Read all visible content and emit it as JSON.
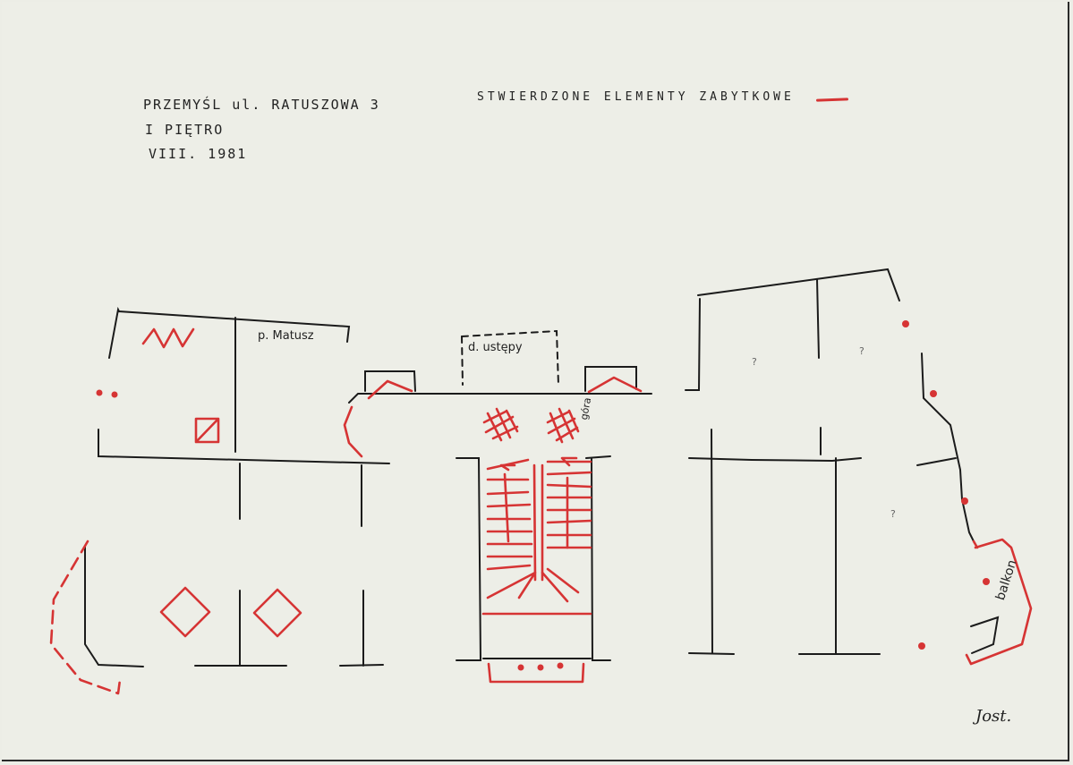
{
  "header": {
    "title": "PRZEMYŚL ul. RATUSZOWA 3",
    "floor": "I PIĘTRO",
    "date": "VIII. 1981",
    "legend_label": "STWIERDZONE ELEMENTY ZABYTKOWE"
  },
  "labels": {
    "matusz": "p. Matusz",
    "ustepy": "d. ustępy",
    "gora": "góra",
    "balkon": "balkon",
    "question_mark": "?"
  },
  "signature": "Jost.",
  "colors": {
    "historic_element": "#d63434",
    "wall": "#1b1b1b",
    "paper": "#edeee7"
  }
}
